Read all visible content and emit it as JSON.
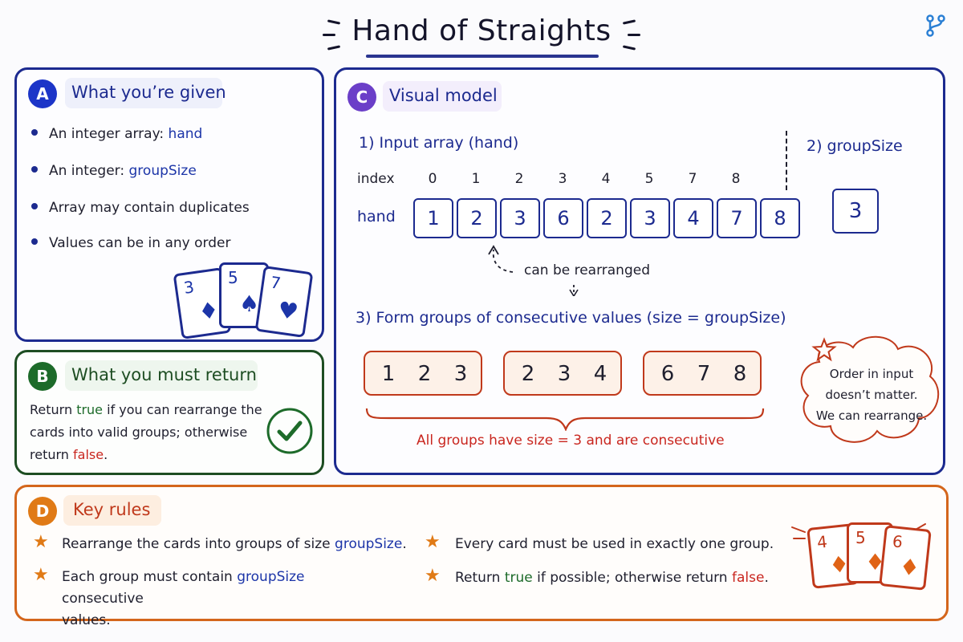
{
  "title": "Hand of Straights",
  "panel_a": {
    "badge": "A",
    "heading": "What you’re given",
    "bullets": {
      "b1_text": "An integer array:",
      "b1_code": "hand",
      "b2_text": "An integer:",
      "b2_code": "groupSize",
      "b3_text": "Array may contain duplicates",
      "b4_text": "Values can be in any order"
    },
    "cards": [
      {
        "rank": "3",
        "suit": "♦"
      },
      {
        "rank": "5",
        "suit": "♠"
      },
      {
        "rank": "7",
        "suit": "♥"
      }
    ]
  },
  "panel_b": {
    "badge": "B",
    "heading": "What you must return",
    "text_1": "Return",
    "true_word": "true",
    "text_2": "if you can rearrange the",
    "text_3": "cards into valid groups; otherwise",
    "text_4": "return",
    "false_word": "false",
    "text_5": ".",
    "icon": "check-circle-icon"
  },
  "panel_c": {
    "badge": "C",
    "heading": "Visual model",
    "input_label": "1) Input array (hand)",
    "groupsize_label": "2) groupSize",
    "groupsize_value": "3",
    "index_label": "index",
    "hand_label": "hand",
    "indices": [
      "0",
      "1",
      "2",
      "3",
      "4",
      "5",
      "7",
      "8"
    ],
    "hand_values": [
      "1",
      "2",
      "3",
      "6",
      "2",
      "3",
      "4",
      "7",
      "8"
    ],
    "rearrange_note": "can be rearranged",
    "groups_label": "3) Form groups of consecutive values (size = groupSize)",
    "groups": [
      [
        "1",
        "2",
        "3"
      ],
      [
        "2",
        "3",
        "4"
      ],
      [
        "6",
        "7",
        "8"
      ]
    ],
    "groups_note": "All groups have size = 3 and are consecutive",
    "cloud_lines": [
      "Order in input",
      "doesn’t matter.",
      "We can rearrange."
    ]
  },
  "panel_d": {
    "badge": "D",
    "heading": "Key rules",
    "rule1_a": "Rearrange the cards into groups of size",
    "rule1_code": "groupSize",
    "rule1_b": ".",
    "rule2_a": "Each group must contain",
    "rule2_code": "groupSize",
    "rule2_b": "consecutive",
    "rule2_c": "values.",
    "rule3": "Every card must be used in exactly one group.",
    "rule4_a": "Return",
    "rule4_true": "true",
    "rule4_b": "if possible; otherwise return",
    "rule4_false": "false",
    "rule4_c": ".",
    "cards": [
      {
        "rank": "4",
        "suit": "♦"
      },
      {
        "rank": "5",
        "suit": "♦"
      },
      {
        "rank": "6",
        "suit": "♦"
      }
    ]
  },
  "colors": {
    "navy": "#1c2a8f",
    "green": "#1d4d22",
    "orange": "#d4661c",
    "red": "#c9261f",
    "purple_badge": "#6b3fc8"
  }
}
